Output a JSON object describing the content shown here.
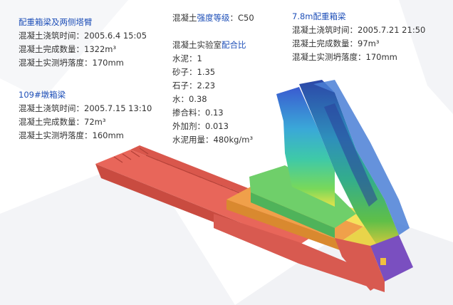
{
  "colors": {
    "heading": "#1e4fb8",
    "text": "#333333",
    "background_tint": "#eef0f3"
  },
  "left_top": {
    "title": "配重箱梁及两侧塔臂",
    "lines": [
      "混凝土浇筑时间：2005.6.4  15:05",
      "混凝土完成数量：1322m³",
      "混凝土实测坍落度：170mm"
    ]
  },
  "left_bottom": {
    "title": "109#墩箱梁",
    "lines": [
      "混凝土浇筑时间：2005.7.15  13:10",
      "混凝土完成数量：72m³",
      "混凝土实测坍落度：160mm"
    ]
  },
  "middle": {
    "grade_prefix": "混凝土",
    "grade_highlight": "强度等级",
    "grade_value": "：C50",
    "mix_prefix": "混凝土实验室",
    "mix_highlight": "配合比",
    "lines": [
      "水泥：1",
      "砂子：1.35",
      "石子：2.23",
      "水：0.38",
      "掺合料：0.13",
      "外加剂：0.013",
      "水泥用量：480kg/m³"
    ]
  },
  "right": {
    "title": "7.8m配重箱梁",
    "lines": [
      "混凝土浇筑时间：2005.7.21  21:50",
      "混凝土完成数量：97m³",
      "混凝土实测坍落度：170mm"
    ]
  }
}
